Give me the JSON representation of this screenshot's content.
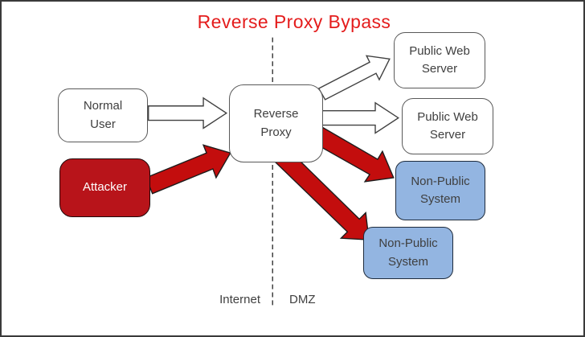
{
  "title": {
    "text": "Reverse Proxy Bypass"
  },
  "nodes": {
    "normal_user": {
      "label": "Normal\nUser"
    },
    "attacker": {
      "label": "Attacker"
    },
    "reverse_proxy": {
      "label": "Reverse\nProxy"
    },
    "public_web_server_1": {
      "label": "Public Web\nServer"
    },
    "public_web_server_2": {
      "label": "Public Web\nServer"
    },
    "non_public_system_1": {
      "label": "Non-Public\nSystem"
    },
    "non_public_system_2": {
      "label": "Non-Public\nSystem"
    }
  },
  "zones": {
    "internet": "Internet",
    "dmz": "DMZ"
  },
  "edges": [
    {
      "from": "Normal User",
      "to": "Reverse Proxy",
      "style": "normal-traffic"
    },
    {
      "from": "Attacker",
      "to": "Reverse Proxy",
      "style": "attack-traffic"
    },
    {
      "from": "Reverse Proxy",
      "to": "Public Web Server (top)",
      "style": "normal-traffic"
    },
    {
      "from": "Reverse Proxy",
      "to": "Public Web Server (bottom)",
      "style": "normal-traffic"
    },
    {
      "from": "Reverse Proxy",
      "to": "Non-Public System (top)",
      "style": "attack-traffic"
    },
    {
      "from": "Reverse Proxy",
      "to": "Non-Public System (bottom)",
      "style": "attack-traffic"
    }
  ],
  "colors": {
    "title_red": "#e41c1c",
    "attacker_box_red": "#b8141a",
    "attack_arrow_red": "#c30d0d",
    "non_public_blue": "#93b5e1",
    "box_border_gray": "#595959",
    "text_gray": "#3f3f3f"
  }
}
